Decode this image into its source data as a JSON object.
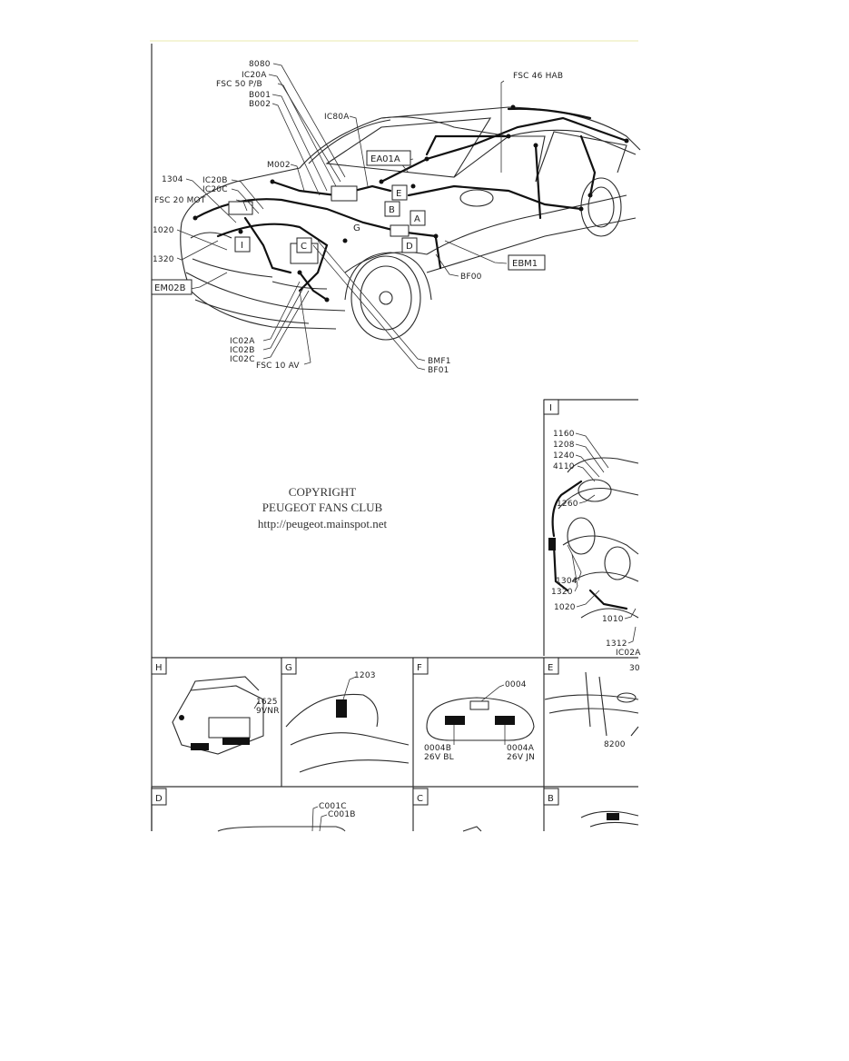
{
  "copyright": {
    "line1": "COPYRIGHT",
    "line2": "PEUGEOT FANS CLUB",
    "line3": "http://peugeot.mainspot.net"
  },
  "main_view": {
    "left_labels": [
      "8080",
      "IC20A",
      "FSC 50 P/B",
      "B001",
      "B002",
      "IC80A",
      "M002",
      "1304",
      "IC20B",
      "IC20C",
      "FSC 20 MOT",
      "1020",
      "1320"
    ],
    "bottom_labels": [
      "IC02A",
      "IC02B",
      "IC02C",
      "FSC 10 AV",
      "BMF1",
      "BF01",
      "BF00"
    ],
    "top_labels": [
      "FSC 46 HAB"
    ],
    "boxed_labels": [
      "EA01A",
      "EBM1",
      "EM02B"
    ],
    "zone_letters": [
      "E",
      "B",
      "A",
      "G",
      "C",
      "D",
      "I"
    ]
  },
  "detail_I": {
    "letter": "I",
    "labels": [
      "1160",
      "1208",
      "1240",
      "4110",
      "1260",
      "1304",
      "1320",
      "1020",
      "1010",
      "1312",
      "IC02A"
    ]
  },
  "detail_H": {
    "letter": "H",
    "labels": [
      "1625",
      "9VNR"
    ]
  },
  "detail_G": {
    "letter": "G",
    "labels": [
      "1203"
    ]
  },
  "detail_F": {
    "letter": "F",
    "labels": [
      "0004",
      "0004B",
      "26V BL",
      "0004A",
      "26V JN"
    ]
  },
  "detail_E": {
    "letter": "E",
    "labels": [
      "30",
      "8200"
    ]
  },
  "detail_D": {
    "letter": "D",
    "labels": [
      "C001C",
      "C001B"
    ]
  },
  "detail_C": {
    "letter": "C"
  },
  "detail_B": {
    "letter": "B"
  }
}
